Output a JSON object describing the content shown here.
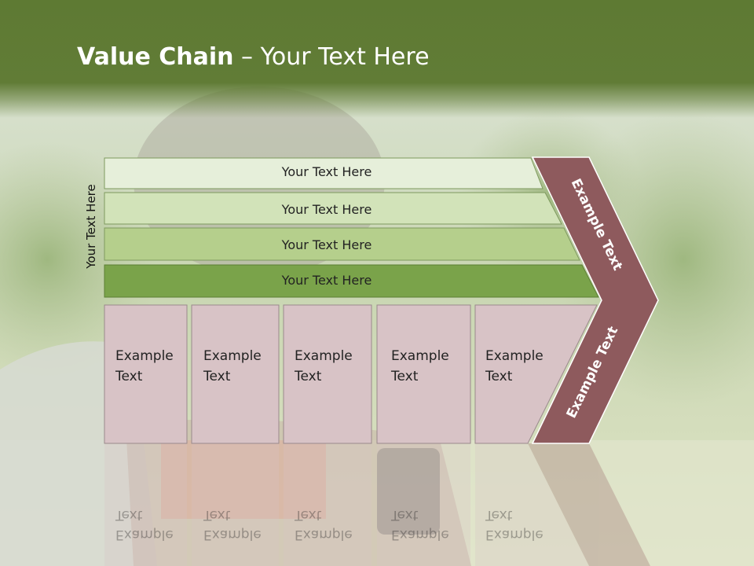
{
  "slide": {
    "title_bold": "Value Chain",
    "title_rest": " – Your Text Here",
    "side_label": "Your Text Here"
  },
  "bars": [
    {
      "label": "Your Text Here",
      "color": "#e6efda"
    },
    {
      "label": "Your Text Here",
      "color": "#d2e3b9"
    },
    {
      "label": "Your Text Here",
      "color": "#b5cf8c"
    },
    {
      "label": "Your Text Here",
      "color": "#7aa34a"
    }
  ],
  "boxes": [
    {
      "line1": "Example",
      "line2": "Text"
    },
    {
      "line1": "Example",
      "line2": "Text"
    },
    {
      "line1": "Example",
      "line2": "Text"
    },
    {
      "line1": "Example",
      "line2": "Text"
    },
    {
      "line1": "Example",
      "line2": "Text"
    }
  ],
  "chevron": {
    "upper_label": "Example Text",
    "lower_label": "Example Text",
    "color": "#8e5a5d"
  },
  "colors": {
    "title_bar": "#617c36",
    "box_fill": "#d8c3c6"
  }
}
